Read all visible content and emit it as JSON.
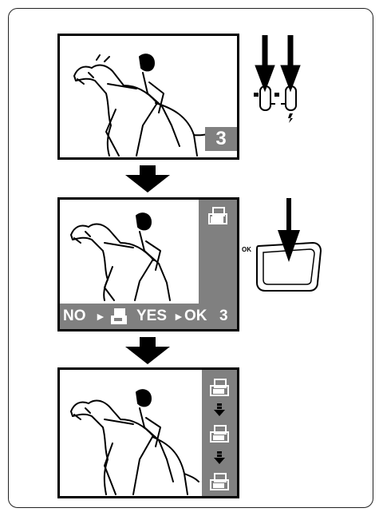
{
  "screen1": {
    "counter": "3"
  },
  "screen2": {
    "no_label": "NO",
    "yes_label": "YES",
    "ok_label": "OK",
    "counter": "3"
  },
  "ok_button": {
    "label": "OK"
  },
  "icons": {
    "protect": "print-icon",
    "step_arrow": "arrow-down-icon"
  },
  "colors": {
    "panel": "#808080",
    "line": "#000000"
  }
}
